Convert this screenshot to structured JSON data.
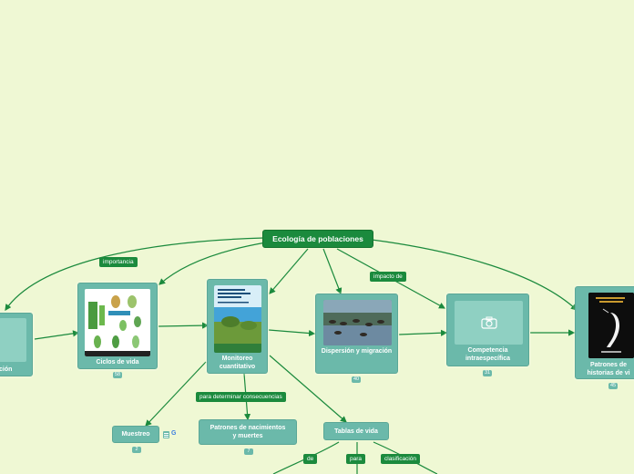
{
  "root": {
    "label": "Ecología de poblaciones"
  },
  "link_labels": {
    "importancia": "importancia",
    "impacto": "impacto de",
    "consecuencias": "para determinar consecuencias",
    "de": "de",
    "para": "para",
    "clasificacion": "clasificación"
  },
  "nodes": {
    "left_partial": {
      "label": "ción"
    },
    "ciclos": {
      "label": "Ciclos de vida",
      "count": "58"
    },
    "monitoreo": {
      "label": "Monitoreo cuantitativo"
    },
    "dispersion": {
      "label": "Dispersión y migración",
      "count": "40"
    },
    "competencia": {
      "label": "Competencia intraespecífica",
      "count": "31"
    },
    "patrones_hist": {
      "label": "Patrones de historias de vi",
      "count": "45"
    },
    "muestreo": {
      "label": "Muestreo",
      "count": "2"
    },
    "patrones_nac": {
      "label": "Patrones de nacimientos y muertes",
      "count": "7"
    },
    "tablas": {
      "label": "Tablas de vida"
    }
  },
  "icons": {
    "camera": "camera-icon",
    "note": "note-icon",
    "google": "google-icon"
  },
  "colors": {
    "background": "#eff8d4",
    "accent": "#1b8a3d",
    "node": "#6bb9aa"
  }
}
